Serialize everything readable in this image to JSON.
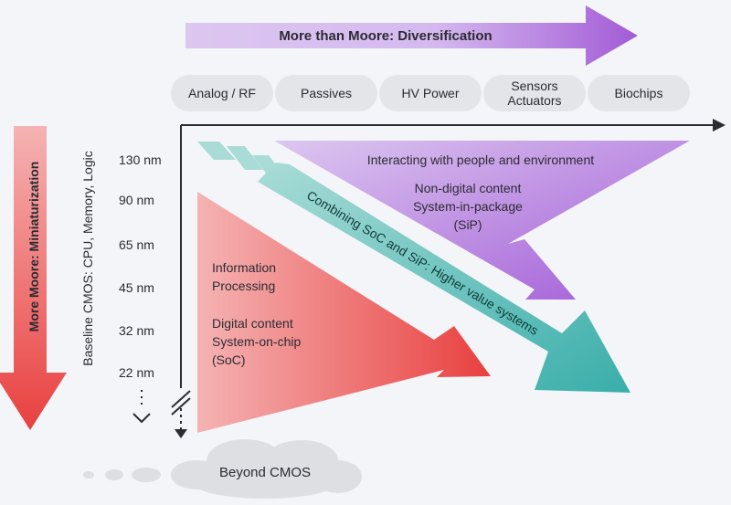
{
  "top_arrow": {
    "label": "More than Moore: Diversification"
  },
  "categories": [
    {
      "lines": [
        "Analog / RF"
      ]
    },
    {
      "lines": [
        "Passives"
      ]
    },
    {
      "lines": [
        "HV Power"
      ]
    },
    {
      "lines": [
        "Sensors",
        "Actuators"
      ]
    },
    {
      "lines": [
        "Biochips"
      ]
    }
  ],
  "left_arrow": {
    "label": "More Moore: Miniaturization"
  },
  "baseline_label": "Baseline CMOS: CPU, Memory, Logic",
  "nodes": [
    "130 nm",
    "90 nm",
    "65 nm",
    "45 nm",
    "32 nm",
    "22 nm"
  ],
  "soc": {
    "title_lines": [
      "Information",
      "Processing"
    ],
    "desc_lines": [
      "Digital content",
      "System-on-chip",
      "(SoC)"
    ]
  },
  "sip": {
    "title": "Interacting with people and environment",
    "desc_lines": [
      "Non-digital content",
      "System-in-package",
      "(SiP)"
    ]
  },
  "combined": {
    "label": "Combining SoC and SiP: Higher value systems"
  },
  "beyond": {
    "label": "Beyond CMOS"
  },
  "colors": {
    "purple": "#a25bd6",
    "purple_light": "#dcc7f0",
    "red": "#e8403f",
    "red_light": "#f5b3b3",
    "teal": "#3aaeaa",
    "teal_light": "#a9dcd7",
    "pill": "#e4e5e9",
    "cloud": "#dedfe3",
    "axis": "#2b2b33"
  }
}
